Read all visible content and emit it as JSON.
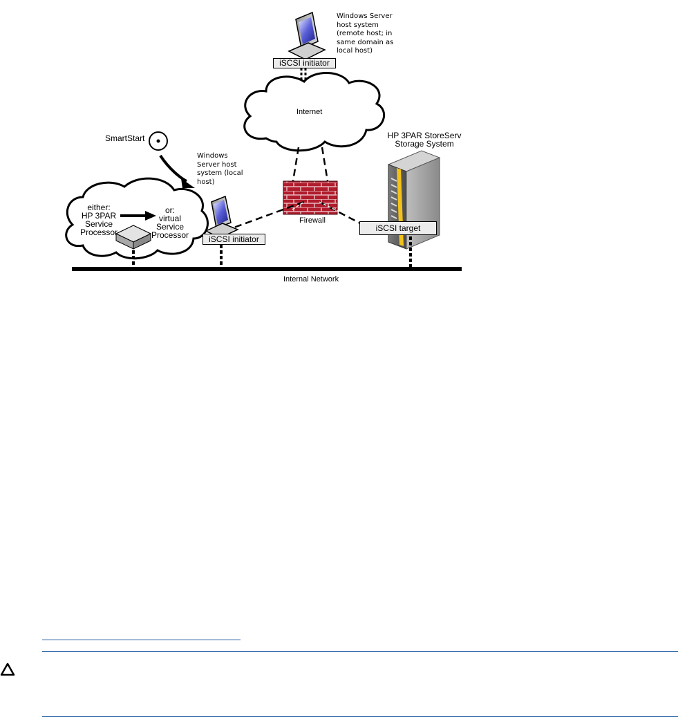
{
  "diagram": {
    "remote_host": {
      "label": "Windows Server\nhost system\n(remote host; in\nsame domain as\nlocal host)",
      "initiator_label": "iSCSI initiator"
    },
    "internet_label": "Internet",
    "smartstart_label": "SmartStart",
    "local_host": {
      "label": "Windows\nServer host\nsystem (local\nhost)",
      "initiator_label": "iSCSI initiator"
    },
    "service_processor": {
      "either_label": "either:\nHP 3PAR\nService\nProcessor",
      "or_label": "or:\nvirtual\nService\nProcessor"
    },
    "firewall_label": "Firewall",
    "storage": {
      "label": "HP 3PAR StoreServ\nStorage System",
      "target_label": "iSCSI target"
    },
    "network_label": "Internal Network"
  },
  "colors": {
    "firewall_red": "#b01c2c",
    "link_blue": "#1f57a3",
    "storage_yellow": "#f2c21a"
  },
  "icons": {
    "caution": "caution-triangle-icon"
  }
}
